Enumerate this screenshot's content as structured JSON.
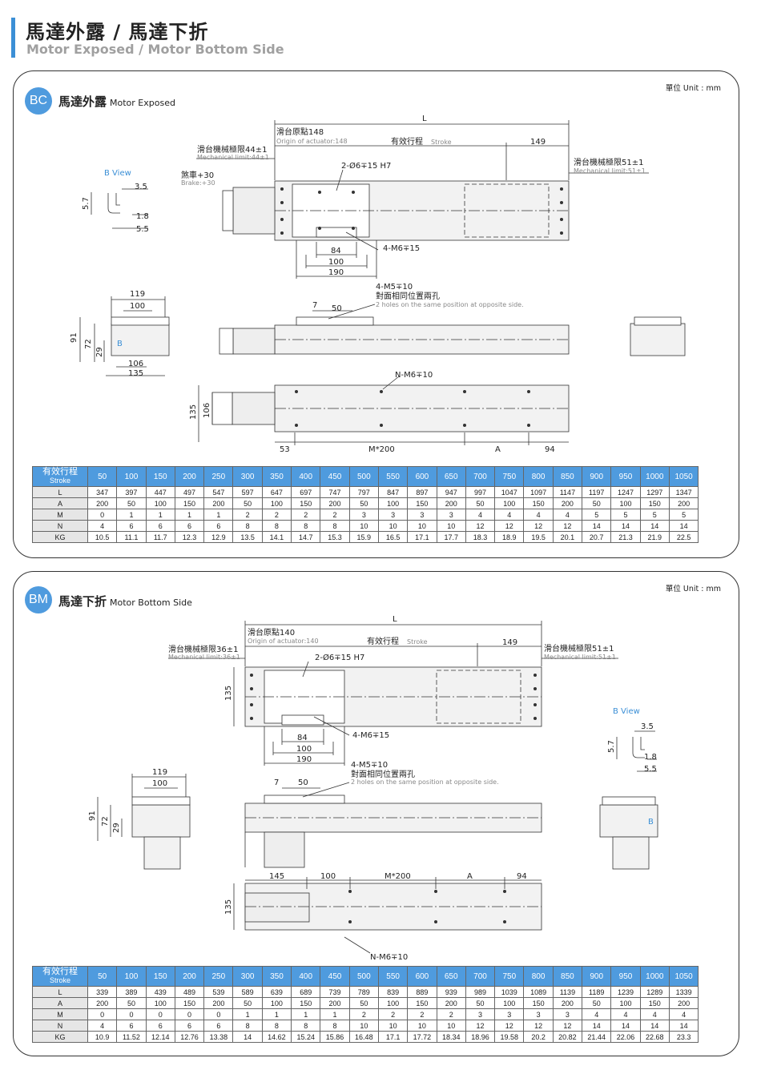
{
  "header": {
    "title": "馬達外露 / 馬達下折",
    "subtitle": "Motor Exposed / Motor Bottom Side"
  },
  "unit_label": "單位 Unit : mm",
  "bc": {
    "badge": "BC",
    "title": "馬達外露",
    "title_en": "Motor Exposed",
    "labels": {
      "L": "L",
      "origin": "滑台原點148",
      "origin_en": "Origin of actuator:148",
      "stroke": "有效行程",
      "stroke_en": "Stroke",
      "d149": "149",
      "mech_l": "滑台機械極限44±1",
      "mech_l_en": "Mechanical limit:44±1",
      "mech_r": "滑台機械極限51±1",
      "mech_r_en": "Mechanical limit:51±1",
      "bview": "B View",
      "brake": "煞車+30",
      "brake_en": "Brake:+30",
      "pin": "2-Ø6∓15 H7",
      "m6": "4-M6∓15",
      "d84": "84",
      "d100": "100",
      "d190": "190",
      "d35": "3.5",
      "d57": "5.7",
      "d18": "1.8",
      "d55": "5.5",
      "m5": "4-M5∓10",
      "m5_zh": "對面相同位置兩孔",
      "m5_en": "2 holes on the same position at opposite side.",
      "d7": "7",
      "d50": "50",
      "d119": "119",
      "d91": "91",
      "d72": "72",
      "d29": "29",
      "d106": "106",
      "d135": "135",
      "B": "B",
      "nm6": "N-M6∓10",
      "d53": "53",
      "m200": "M*200",
      "A": "A",
      "d94": "94"
    }
  },
  "bm": {
    "badge": "BM",
    "title": "馬達下折",
    "title_en": "Motor Bottom Side",
    "labels": {
      "L": "L",
      "origin": "滑台原點140",
      "origin_en": "Origin of actuator:140",
      "stroke": "有效行程",
      "stroke_en": "Stroke",
      "d149": "149",
      "mech_l": "滑台機械極限36±1",
      "mech_l_en": "Mechanical limit:36±1",
      "mech_r": "滑台機械極限51±1",
      "mech_r_en": "Mechanical limit:51±1",
      "pin": "2-Ø6∓15 H7",
      "m6": "4-M6∓15",
      "d84": "84",
      "d100": "100",
      "d190": "190",
      "d135": "135",
      "bview": "B View",
      "d35": "3.5",
      "d57": "5.7",
      "d18": "1.8",
      "d55": "5.5",
      "m5": "4-M5∓10",
      "m5_zh": "對面相同位置兩孔",
      "m5_en": "2 holes on the same position at opposite side.",
      "d7": "7",
      "d50": "50",
      "d119": "119",
      "d91": "91",
      "d72": "72",
      "d29": "29",
      "B": "B",
      "d145": "145",
      "m200": "M*200",
      "A": "A",
      "d94": "94",
      "nm6": "N-M6∓10"
    }
  },
  "table_bc": {
    "label": "有效行程",
    "label_en": "Stroke",
    "strokes": [
      "50",
      "100",
      "150",
      "200",
      "250",
      "300",
      "350",
      "400",
      "450",
      "500",
      "550",
      "600",
      "650",
      "700",
      "750",
      "800",
      "850",
      "900",
      "950",
      "1000",
      "1050"
    ],
    "rows": [
      {
        "name": "L",
        "values": [
          "347",
          "397",
          "447",
          "497",
          "547",
          "597",
          "647",
          "697",
          "747",
          "797",
          "847",
          "897",
          "947",
          "997",
          "1047",
          "1097",
          "1147",
          "1197",
          "1247",
          "1297",
          "1347"
        ]
      },
      {
        "name": "A",
        "values": [
          "200",
          "50",
          "100",
          "150",
          "200",
          "50",
          "100",
          "150",
          "200",
          "50",
          "100",
          "150",
          "200",
          "50",
          "100",
          "150",
          "200",
          "50",
          "100",
          "150",
          "200"
        ]
      },
      {
        "name": "M",
        "values": [
          "0",
          "1",
          "1",
          "1",
          "1",
          "2",
          "2",
          "2",
          "2",
          "3",
          "3",
          "3",
          "3",
          "4",
          "4",
          "4",
          "4",
          "5",
          "5",
          "5",
          "5"
        ]
      },
      {
        "name": "N",
        "values": [
          "4",
          "6",
          "6",
          "6",
          "6",
          "8",
          "8",
          "8",
          "8",
          "10",
          "10",
          "10",
          "10",
          "12",
          "12",
          "12",
          "12",
          "14",
          "14",
          "14",
          "14"
        ]
      },
      {
        "name": "KG",
        "values": [
          "10.5",
          "11.1",
          "11.7",
          "12.3",
          "12.9",
          "13.5",
          "14.1",
          "14.7",
          "15.3",
          "15.9",
          "16.5",
          "17.1",
          "17.7",
          "18.3",
          "18.9",
          "19.5",
          "20.1",
          "20.7",
          "21.3",
          "21.9",
          "22.5"
        ]
      }
    ]
  },
  "table_bm": {
    "label": "有效行程",
    "label_en": "Stroke",
    "strokes": [
      "50",
      "100",
      "150",
      "200",
      "250",
      "300",
      "350",
      "400",
      "450",
      "500",
      "550",
      "600",
      "650",
      "700",
      "750",
      "800",
      "850",
      "900",
      "950",
      "1000",
      "1050"
    ],
    "rows": [
      {
        "name": "L",
        "values": [
          "339",
          "389",
          "439",
          "489",
          "539",
          "589",
          "639",
          "689",
          "739",
          "789",
          "839",
          "889",
          "939",
          "989",
          "1039",
          "1089",
          "1139",
          "1189",
          "1239",
          "1289",
          "1339"
        ]
      },
      {
        "name": "A",
        "values": [
          "200",
          "50",
          "100",
          "150",
          "200",
          "50",
          "100",
          "150",
          "200",
          "50",
          "100",
          "150",
          "200",
          "50",
          "100",
          "150",
          "200",
          "50",
          "100",
          "150",
          "200"
        ]
      },
      {
        "name": "M",
        "values": [
          "0",
          "0",
          "0",
          "0",
          "0",
          "1",
          "1",
          "1",
          "1",
          "2",
          "2",
          "2",
          "2",
          "3",
          "3",
          "3",
          "3",
          "4",
          "4",
          "4",
          "4"
        ]
      },
      {
        "name": "N",
        "values": [
          "4",
          "6",
          "6",
          "6",
          "6",
          "8",
          "8",
          "8",
          "8",
          "10",
          "10",
          "10",
          "10",
          "12",
          "12",
          "12",
          "12",
          "14",
          "14",
          "14",
          "14"
        ]
      },
      {
        "name": "KG",
        "values": [
          "10.9",
          "11.52",
          "12.14",
          "12.76",
          "13.38",
          "14",
          "14.62",
          "15.24",
          "15.86",
          "16.48",
          "17.1",
          "17.72",
          "18.34",
          "18.96",
          "19.58",
          "20.2",
          "20.82",
          "21.44",
          "22.06",
          "22.68",
          "23.3"
        ]
      }
    ]
  }
}
